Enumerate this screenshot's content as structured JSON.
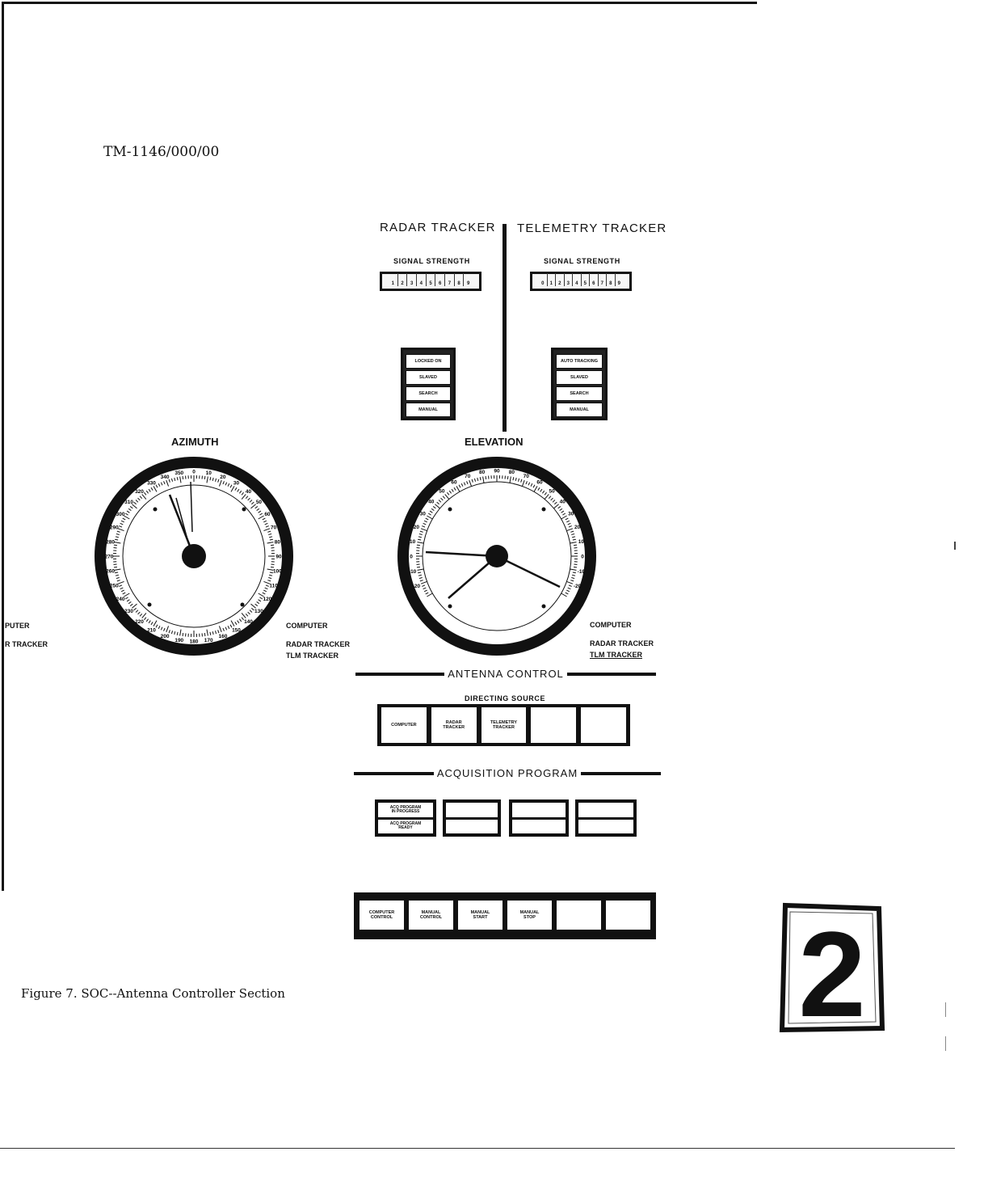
{
  "doc_id": "TM-1146/000/00",
  "radar": {
    "title": "RADAR TRACKER",
    "meter_label": "SIGNAL STRENGTH",
    "scale": [
      "1",
      "2",
      "3",
      "4",
      "5",
      "6",
      "7",
      "8",
      "9"
    ],
    "buttons": [
      "LOCKED ON",
      "SLAVED",
      "SEARCH",
      "MANUAL"
    ]
  },
  "telemetry": {
    "title": "TELEMETRY TRACKER",
    "meter_label": "SIGNAL STRENGTH",
    "scale": [
      "0",
      "1",
      "2",
      "3",
      "4",
      "5",
      "6",
      "7",
      "8",
      "9"
    ],
    "buttons": [
      "AUTO TRACKING",
      "SLAVED",
      "SEARCH",
      "MANUAL"
    ]
  },
  "azimuth": {
    "title": "AZIMUTH",
    "sources": [
      "COMPUTER",
      "RADAR TRACKER",
      "TLM TRACKER"
    ],
    "cropped_sources": [
      "PUTER",
      "R TRACKER"
    ]
  },
  "elevation": {
    "title": "ELEVATION",
    "sources": [
      "COMPUTER",
      "RADAR TRACKER",
      "TLM TRACKER"
    ]
  },
  "antenna_control": {
    "title": "ANTENNA CONTROL",
    "subtitle": "DIRECTING SOURCE",
    "buttons": [
      "COMPUTER",
      "RADAR\nTRACKER",
      "TELEMETRY\nTRACKER",
      "",
      ""
    ]
  },
  "acquisition": {
    "title": "ACQUISITION PROGRAM",
    "first_block": [
      "ACQ PROGRAM\nIN PROGRESS",
      "ACQ PROGRAM\nREADY"
    ]
  },
  "control_row": {
    "buttons": [
      "COMPUTER\nCONTROL",
      "MANUAL\nCONTROL",
      "MANUAL\nSTART",
      "MANUAL\nSTOP",
      "",
      ""
    ]
  },
  "caption": "Figure 7.  SOC--Antenna Controller Section",
  "page_tab": "2"
}
